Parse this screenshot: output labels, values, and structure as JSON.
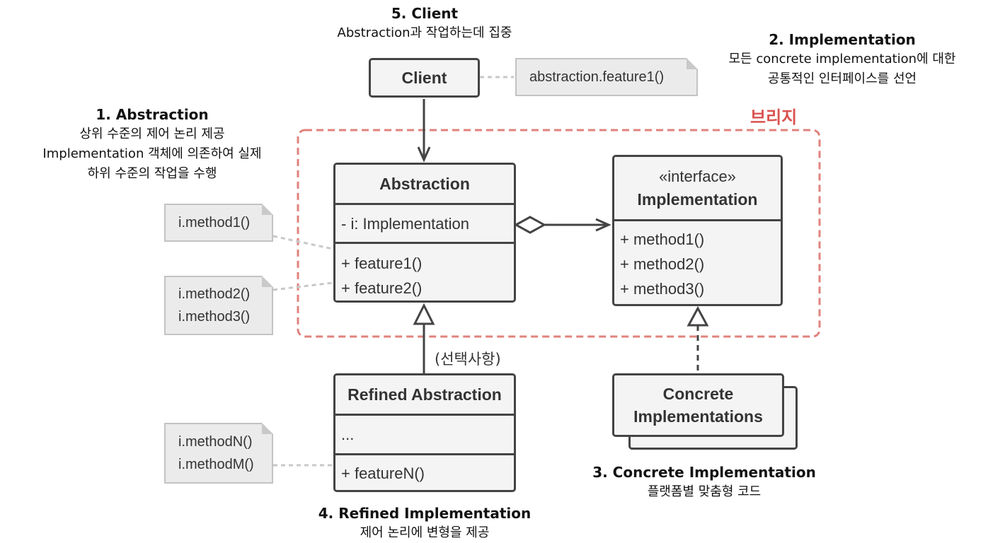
{
  "captions": {
    "client": {
      "title": "5. Client",
      "desc": "Abstraction과 작업하는데 집중"
    },
    "implementation": {
      "title": "2. Implementation",
      "desc1": "모든 concrete implementation에 대한",
      "desc2": "공통적인 인터페이스를 선언"
    },
    "abstraction": {
      "title": "1. Abstraction",
      "desc1": "상위 수준의 제어 논리 제공",
      "desc2": "Implementation 객체에 의존하여 실제",
      "desc3": "하위 수준의 작업을 수행"
    },
    "concrete": {
      "title": "3. Concrete Implementation",
      "desc": "플랫폼별 맞춤형 코드"
    },
    "refined": {
      "title": "4. Refined Implementation",
      "desc": "제어 논리에 변형을 제공"
    }
  },
  "bridge_label": "브리지",
  "optional_label": "(선택사항)",
  "client_box": {
    "name": "Client"
  },
  "abstraction_box": {
    "name": "Abstraction",
    "field": "- i: Implementation",
    "methods": [
      "+ feature1()",
      "+ feature2()"
    ]
  },
  "implementation_box": {
    "stereotype": "«interface»",
    "name": "Implementation",
    "methods": [
      "+ method1()",
      "+ method2()",
      "+ method3()"
    ]
  },
  "refined_box": {
    "name": "Refined Abstraction",
    "field": "...",
    "methods": [
      "+ featureN()"
    ]
  },
  "concrete_box": {
    "line1": "Concrete",
    "line2": "Implementations"
  },
  "notes": {
    "client_note": "abstraction.feature1()",
    "feature1_note": "i.method1()",
    "feature2_note": [
      "i.method2()",
      "i.method3()"
    ],
    "refined_note": [
      "i.methodN()",
      "i.methodM()"
    ]
  },
  "colors": {
    "bridge": "#d9534f",
    "box_border": "#444444",
    "box_fill": "#f4f4f4",
    "note_fill": "#ebebeb",
    "connector": "#c8c8c8"
  }
}
